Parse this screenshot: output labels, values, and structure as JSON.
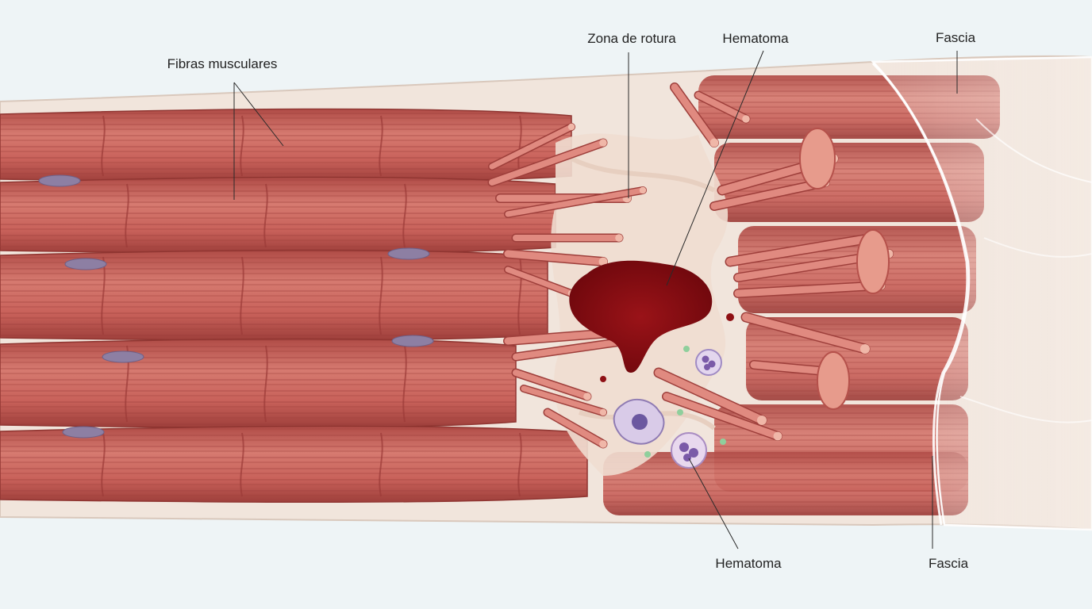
{
  "labels": {
    "fibras": "Fibras musculares",
    "zona_rotura": "Zona de rotura",
    "hematoma_top": "Hematoma",
    "fascia_top": "Fascia",
    "hematoma_bottom": "Hematoma",
    "fascia_bottom": "Fascia"
  },
  "colors": {
    "background": "#eef4f6",
    "muscle": "#c8615a",
    "muscle_dark": "#a8443f",
    "striation": "#9b3b37",
    "hematoma": "#8e0f14",
    "fascia": "#f2e8df",
    "nucleus": "#8d7fa3",
    "wbc": "#b9a2d6"
  }
}
